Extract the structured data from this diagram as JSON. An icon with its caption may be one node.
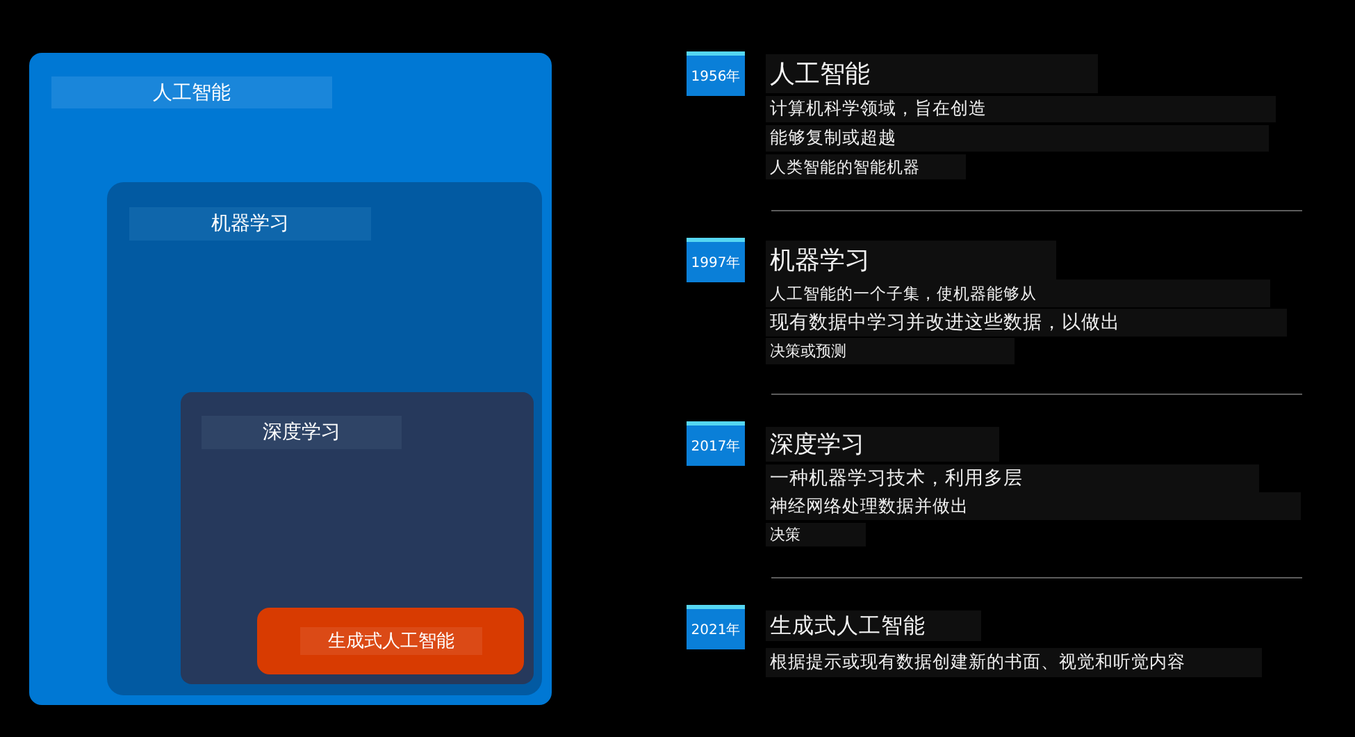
{
  "diagram": {
    "nodes": [
      {
        "text": [
          "人工智能"
        ]
      },
      {
        "text": [
          "机器学习"
        ],
        "in": 0
      },
      {
        "text": [
          "深度学习"
        ],
        "in": 1
      },
      {
        "text": [
          "生成式人工智能"
        ],
        "in": 2
      },
      {
        "text": [
          "1956年"
        ],
        "beside": [
          "人工智能",
          "计算机科学领域，旨在创造",
          "能够复制或超越",
          "人类智能的智能机器"
        ]
      },
      {
        "text": [
          "1997年"
        ],
        "beside": [
          "机器学习",
          "人工智能的一个子集，使机器能够从",
          "现有数据中学习并改进这些数据，以做出",
          "决策或预测"
        ]
      },
      {
        "text": [
          "2017年"
        ],
        "beside": [
          "深度学习",
          "一种机器学习技术，利用多层",
          "神经网络处理数据并做出",
          "决策"
        ]
      },
      {
        "text": [
          "2021年"
        ],
        "beside": [
          "生成式人工智能",
          "根据提示或现有数据创建新的书面、视觉和听觉内容"
        ]
      }
    ]
  }
}
